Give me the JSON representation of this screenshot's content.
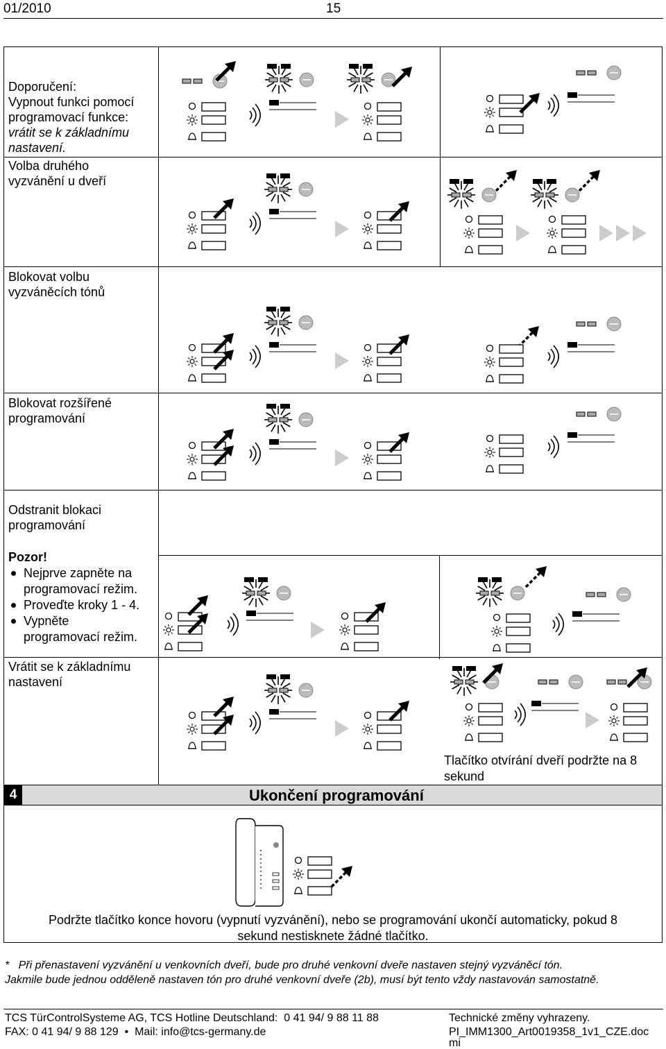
{
  "header": {
    "date": "01/2010",
    "page": "15"
  },
  "sections": [
    {
      "lines": [
        "Doporučení:",
        "Vypnout funkci pomocí",
        "programovací funkce:"
      ],
      "italic": [
        "vrátit se k základnímu",
        "nastavení."
      ]
    },
    {
      "lines": [
        "Volba druhého",
        "vyzvánění u dveří"
      ]
    },
    {
      "lines": [
        "Blokovat volbu",
        "vyzváněcích tónů"
      ]
    },
    {
      "lines": [
        "Blokovat rozšířené",
        "programování"
      ]
    },
    {
      "lines": [
        "Odstranit blokaci",
        "programování"
      ]
    },
    {
      "warning_title": "Pozor!",
      "bullets": [
        "Nejprve zapněte na\nprogramovací režim.",
        "Proveďte kroky 1 - 4.",
        "Vypněte\nprogramovací režim."
      ]
    },
    {
      "lines": [
        "Vrátit se k základnímu",
        "nastavení"
      ]
    }
  ],
  "reset_note": "Tlačítko otvírání dveří podržte na 8\nsekund",
  "step4": {
    "number": "4",
    "title": "Ukončení programování"
  },
  "step4_note": "Podržte tlačítko konce hovoru (vypnutí vyzvánění), nebo se programování ukončí automaticky, pokud 8\nsekund nestisknete žádné tlačítko.",
  "footnote": "*   Při přenastavení vyzvánění u venkovních dveří, bude pro druhé venkovní dveře nastaven stejný vyzváněcí tón.\nJakmile bude jednou odděleně nastaven tón pro druhé venkovní dveře (2b), musí být tento vždy nastavován samostatně.",
  "footer": {
    "company": "TCS TürControlSysteme AG, TCS Hotline Deutschland:  0 41 94/ 9 88 11 88",
    "contact": "FAX: 0 41 94/ 9 88 129  •  Mail: info@tcs-germany.de",
    "changes": "Technické změny vyhrazeny.",
    "docname": "PI_IMM1300_Art0019358_1v1_CZE.doc",
    "docname2": "mi"
  }
}
